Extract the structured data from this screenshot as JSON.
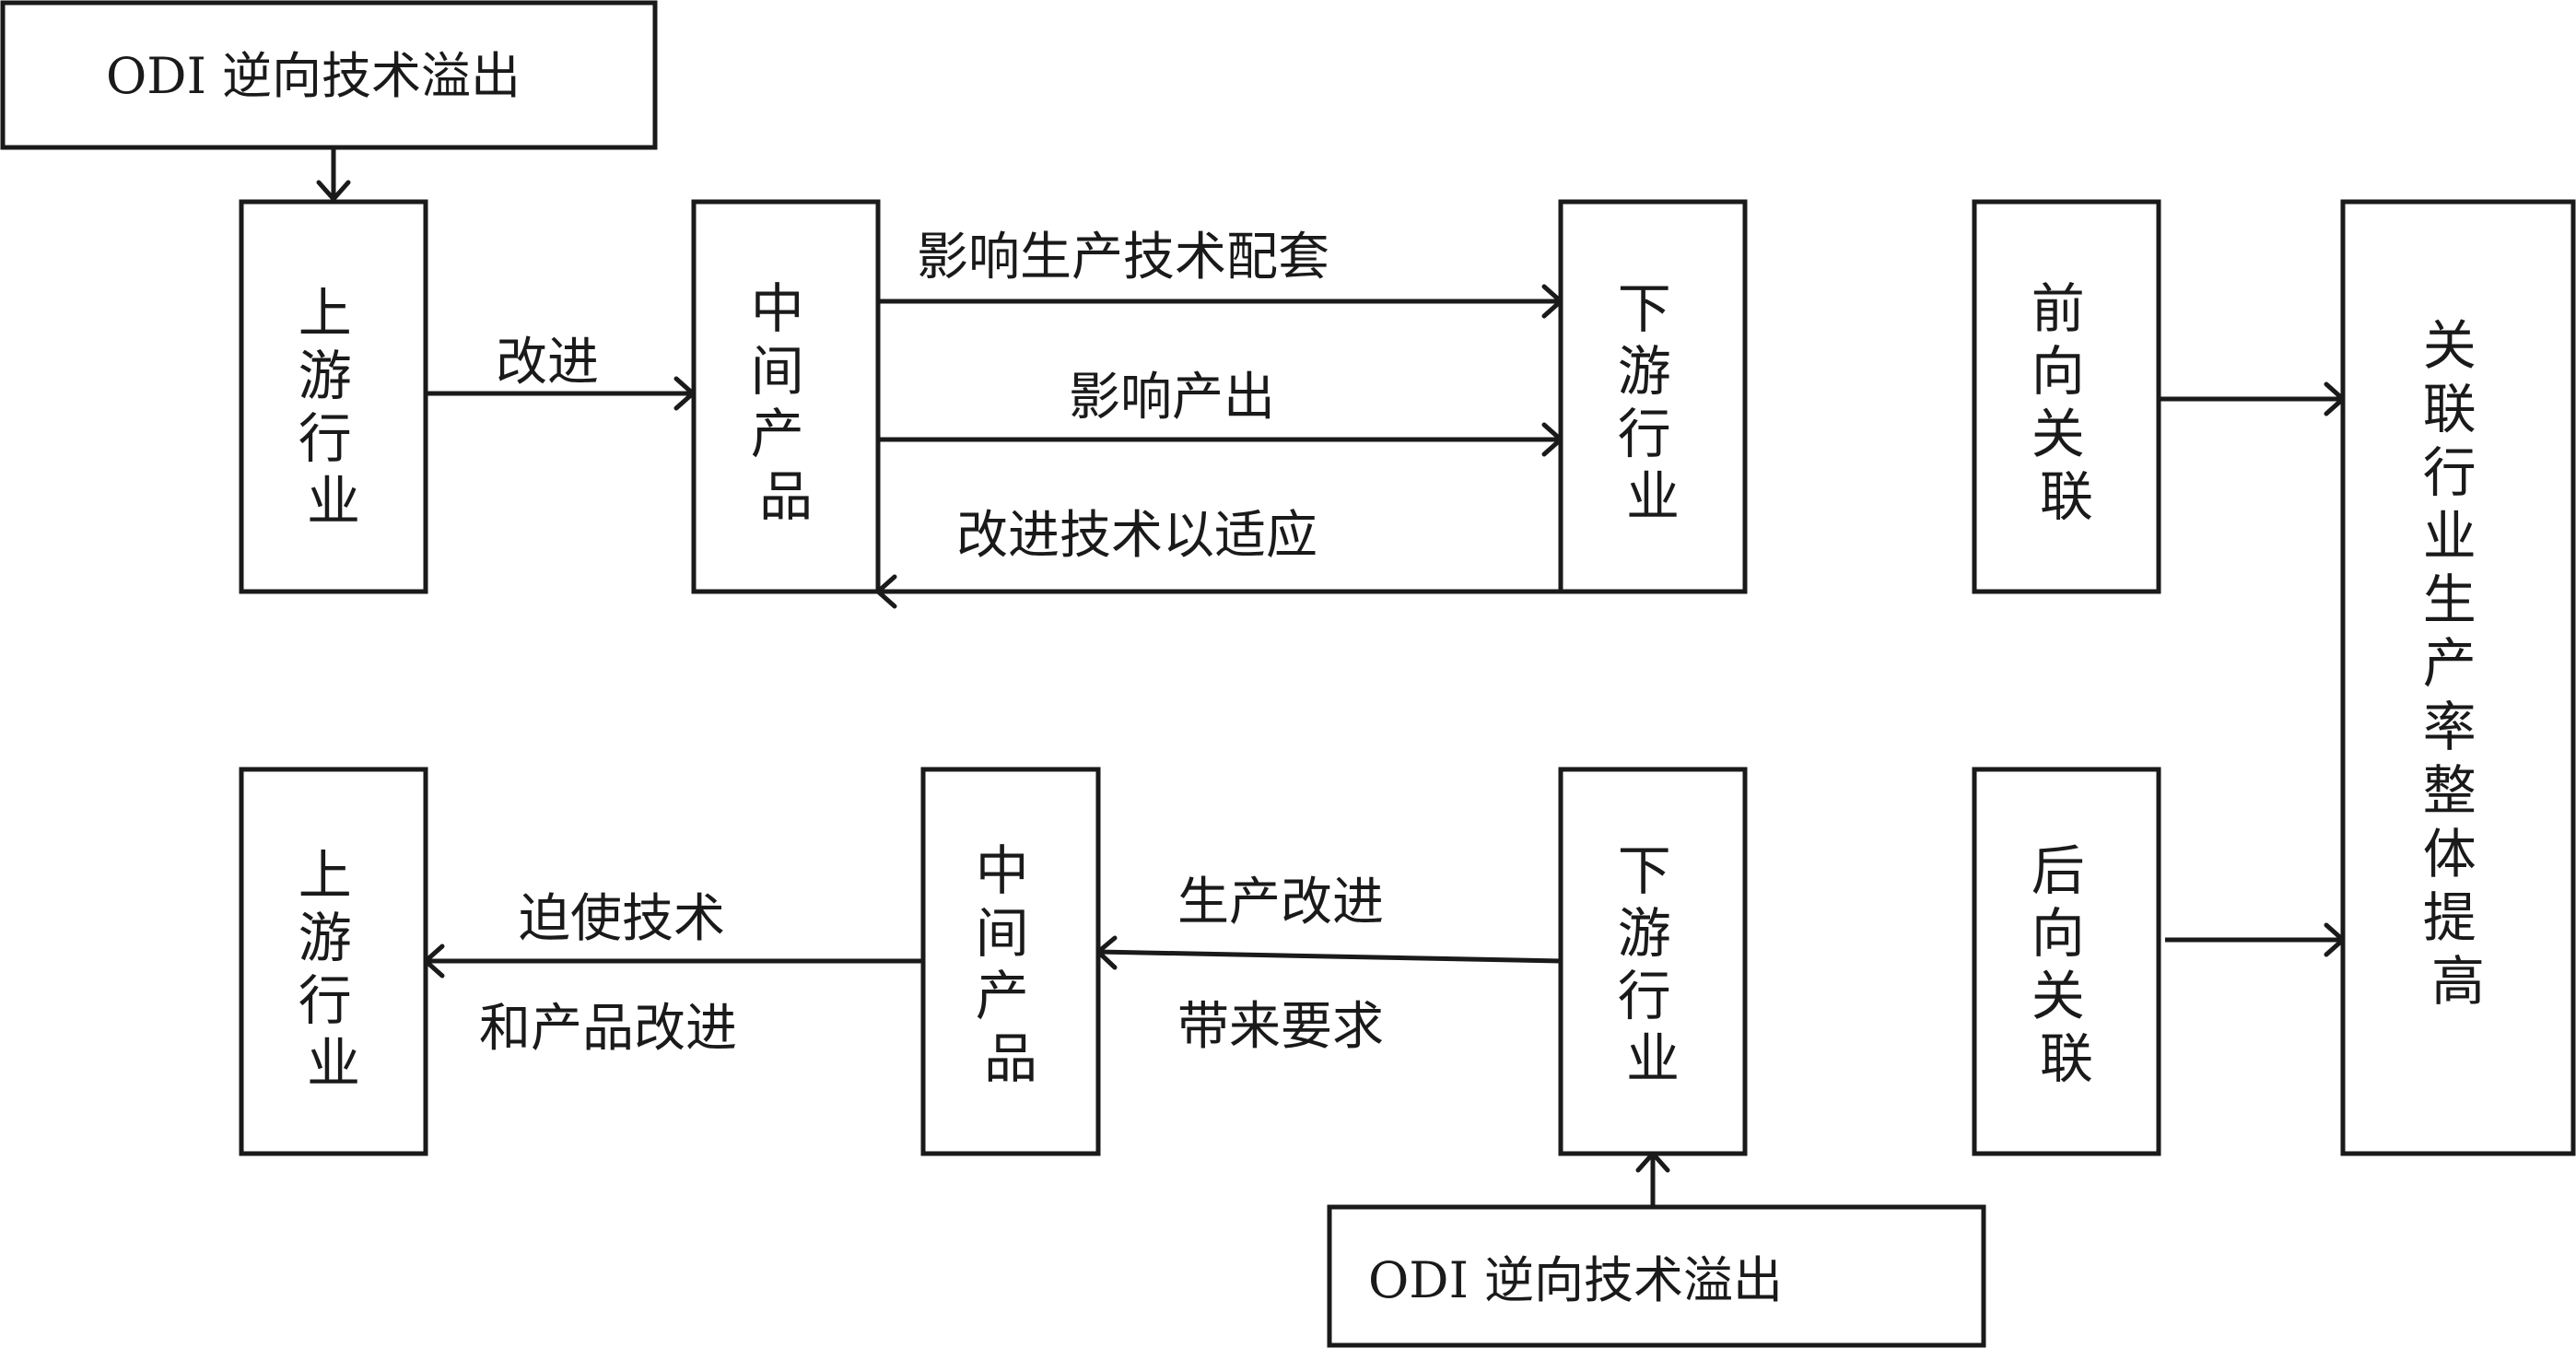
{
  "top_section": {
    "odi_box": "ODI 逆向技术溢出",
    "upstream": "上游行业",
    "intermediate": "中间产品",
    "downstream": "下游行业",
    "arrow_improve": "改进",
    "arrow_supporting_tech": "影响生产技术配套",
    "arrow_output": "影响产出",
    "arrow_adapt": "改进技术以适应"
  },
  "bottom_section": {
    "upstream": "上游行业",
    "intermediate": "中间产品",
    "downstream": "下游行业",
    "arrow_force_line1": "迫使技术",
    "arrow_force_line2": "和产品改进",
    "arrow_demand_line1": "生产改进",
    "arrow_demand_line2": "带来要求",
    "odi_box": "ODI 逆向技术溢出"
  },
  "right_section": {
    "forward": "前向关联",
    "backward": "后向关联",
    "result": "关联行业生产率整体提高"
  }
}
